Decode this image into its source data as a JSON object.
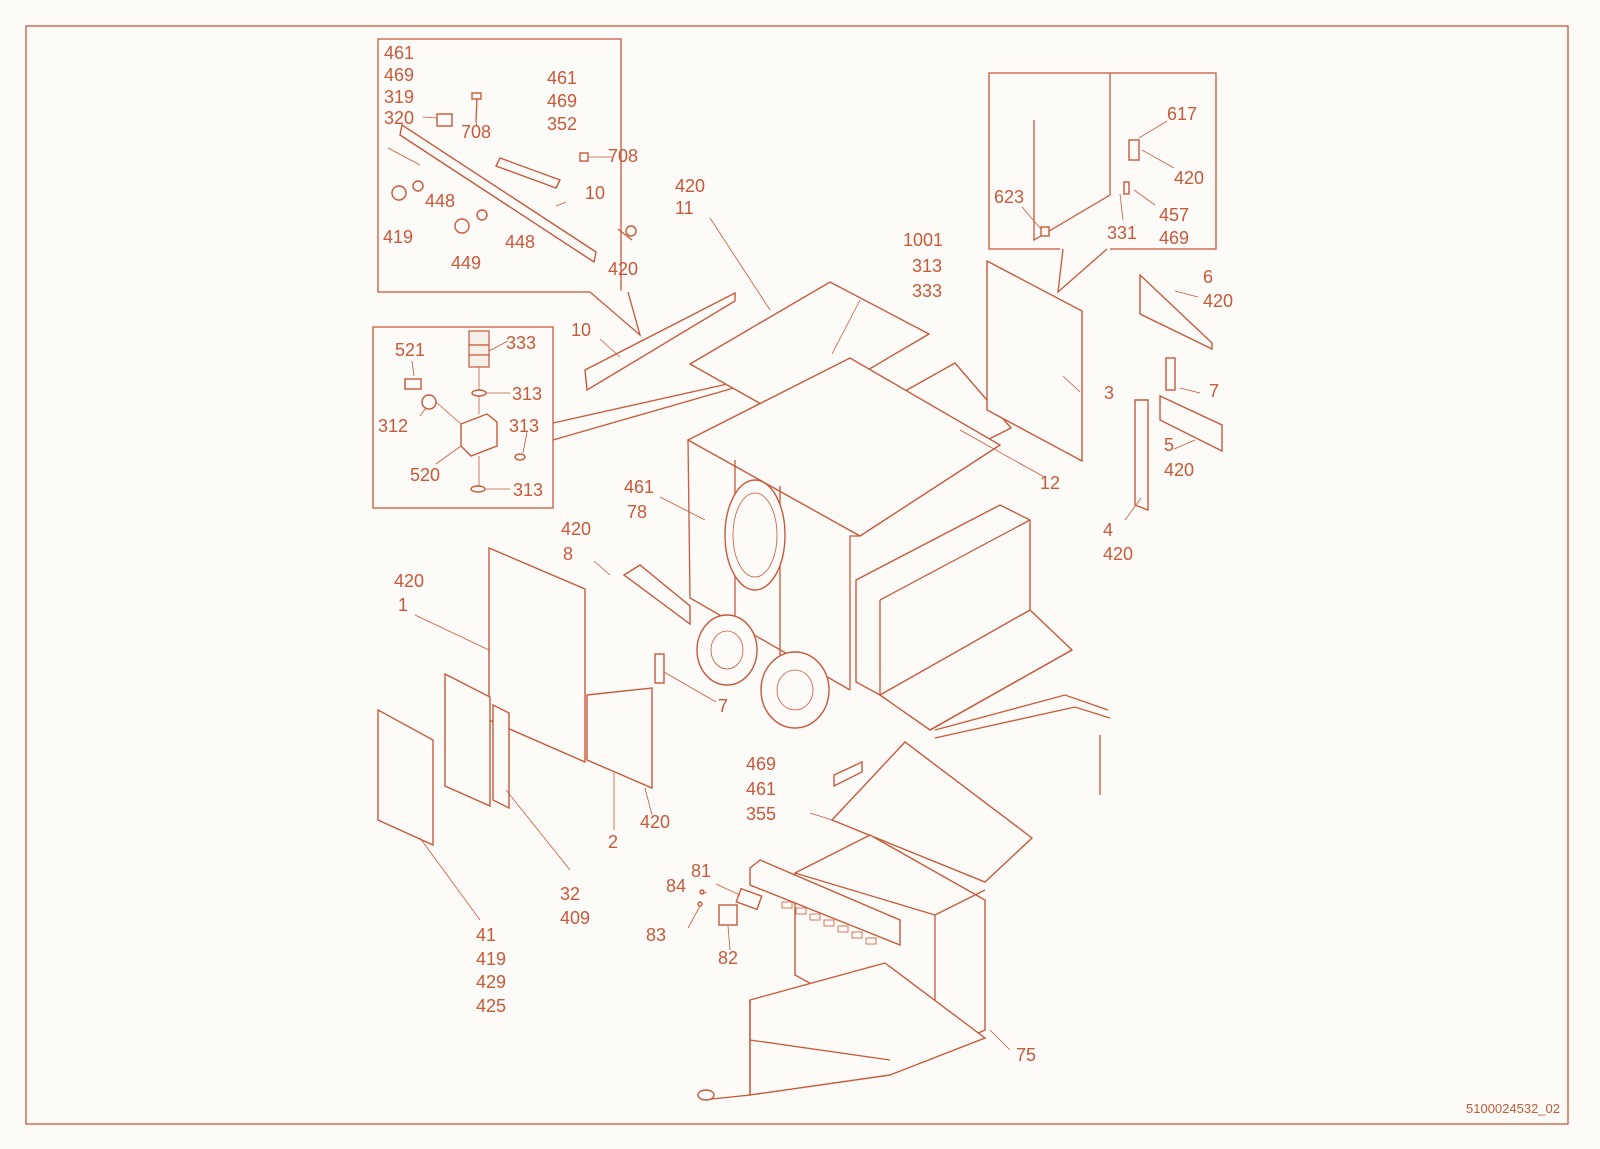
{
  "drawing_number": "5100024532_02",
  "callouts": {
    "inset_top": [
      "461",
      "469",
      "319",
      "320",
      "708",
      "461",
      "469",
      "352",
      "708",
      "448",
      "10",
      "419",
      "448",
      "449",
      "420"
    ],
    "inset_right": [
      "617",
      "420",
      "623",
      "457",
      "469",
      "331"
    ],
    "inset_beacon": [
      "521",
      "333",
      "313",
      "312",
      "313",
      "520",
      "313"
    ],
    "roof": [
      "420",
      "11",
      "1001",
      "313",
      "333",
      "10"
    ],
    "right_side": [
      "6",
      "420",
      "3",
      "7",
      "12",
      "5",
      "420",
      "4",
      "420"
    ],
    "frame": [
      "461",
      "78",
      "420",
      "8"
    ],
    "left_side": [
      "420",
      "1",
      "7",
      "2",
      "420",
      "32",
      "409",
      "41",
      "419",
      "429",
      "425"
    ],
    "base": [
      "469",
      "461",
      "355",
      "81",
      "84",
      "83",
      "82",
      "75"
    ]
  },
  "colors": {
    "line": "#c8593a",
    "paper": "#fcfbf8"
  }
}
